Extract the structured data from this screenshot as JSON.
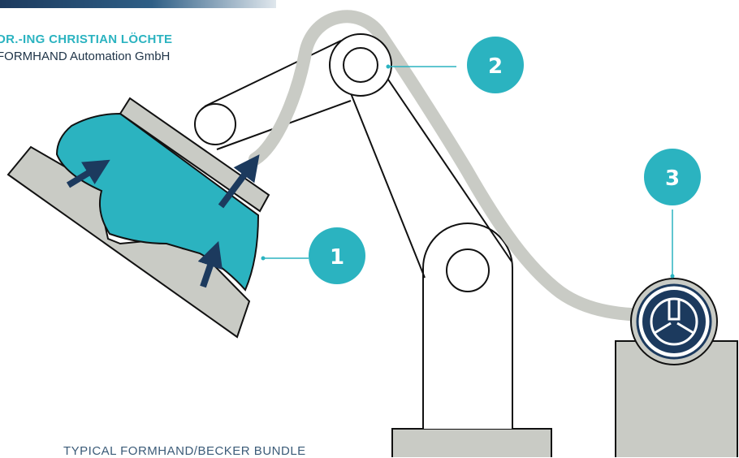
{
  "header": {
    "author": "DR.-ING CHRISTIAN LÖCHTE",
    "company": "FORMHAND Automation GmbH"
  },
  "caption": "TYPICAL FORMHAND/BECKER BUNDLE",
  "callouts": [
    {
      "number": "1"
    },
    {
      "number": "2"
    },
    {
      "number": "3"
    }
  ],
  "colors": {
    "accent": "#2bb3c0",
    "navy": "#1c3a5e",
    "steel": "#c9cbc5",
    "line": "#111111"
  }
}
